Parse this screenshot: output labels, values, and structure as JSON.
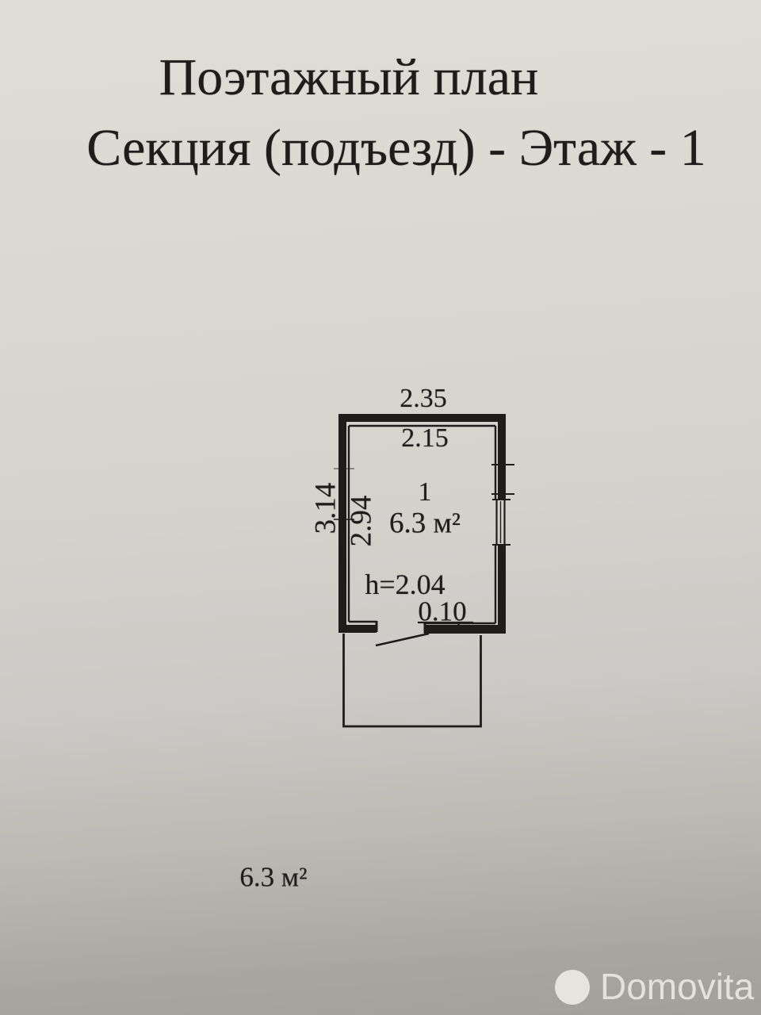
{
  "page": {
    "title_line1": "Поэтажный план",
    "title_line2": "Секция (подъезд) -  Этаж - 1"
  },
  "plan": {
    "dim_top_outer": "2.35",
    "dim_top_inner": "2.15",
    "dim_left_outer": "3.14",
    "dim_left_inner": "2.94",
    "room_number": "1",
    "room_area": "6.3 м²",
    "ceiling_height": "h=2.04",
    "opening_width": "0.10"
  },
  "footer": {
    "total_area": "6.3 м²"
  },
  "watermark": {
    "brand": "Domovita"
  },
  "colors": {
    "ink": "#1e1d1b",
    "paper_top": "#e0ddd8",
    "paper_bottom": "#a2a09b",
    "watermark_text": "#eceae6"
  }
}
